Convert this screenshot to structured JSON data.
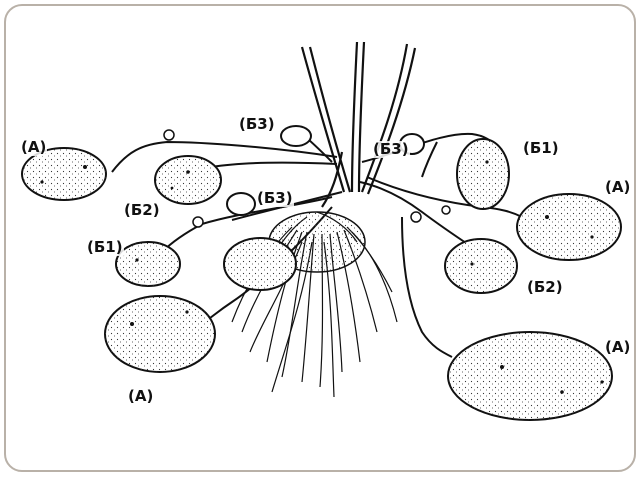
{
  "labels": {
    "a_top_left": "(А)",
    "b2_left": "(Б2)",
    "b1_left": "(Б1)",
    "b3_upper": "(Б3)",
    "b3_center": "(Б3)",
    "b3_right": "(Б3)",
    "b1_right": "(Б1)",
    "a_right": "(А)",
    "b2_right": "(Б2)",
    "a_bottom_right": "(А)",
    "a_bottom_left": "(А)"
  }
}
